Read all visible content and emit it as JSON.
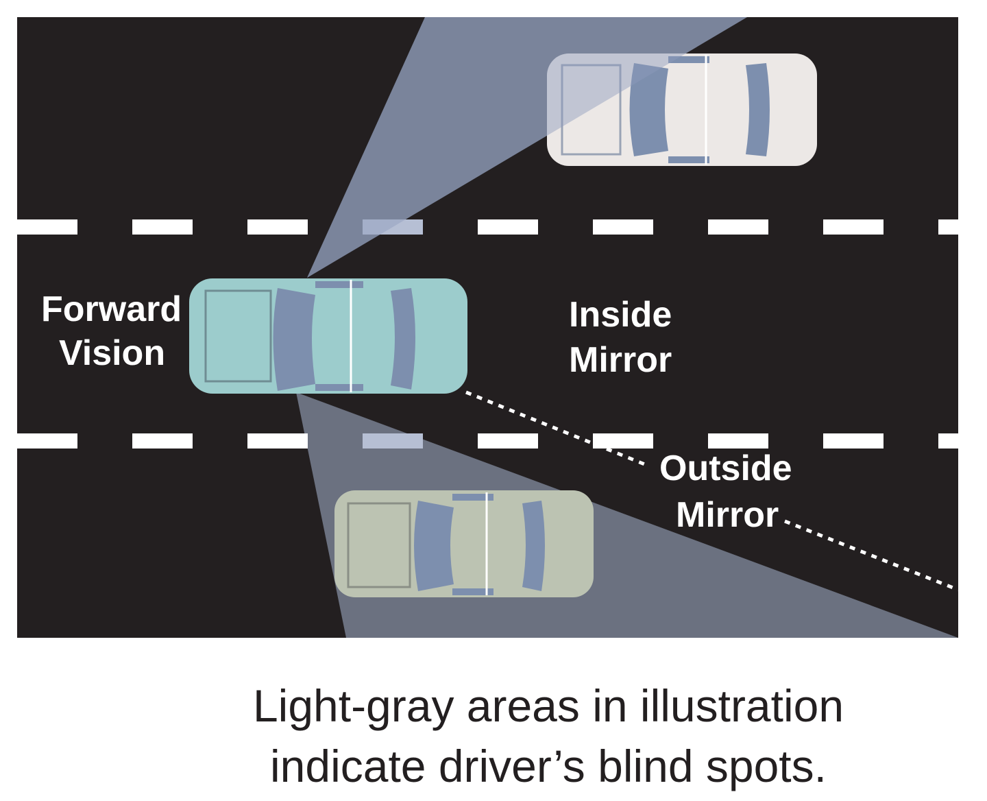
{
  "labels": {
    "forward_vision": [
      "Forward",
      "Vision"
    ],
    "inside_mirror": [
      "Inside",
      "Mirror"
    ],
    "outside_mirror": [
      "Outside",
      "Mirror"
    ]
  },
  "caption": {
    "line1": "Light-gray areas in illustration",
    "line2": "indicate driver’s blind spots."
  },
  "colors": {
    "road": "#231f20",
    "blind_spot": "#6b7180",
    "lane_marking": "#ffffff",
    "driver_car": "#9ccccc",
    "top_car": "#ece8e6",
    "bottom_car": "#bcc3b2",
    "car_glass": "#7d8fae"
  }
}
